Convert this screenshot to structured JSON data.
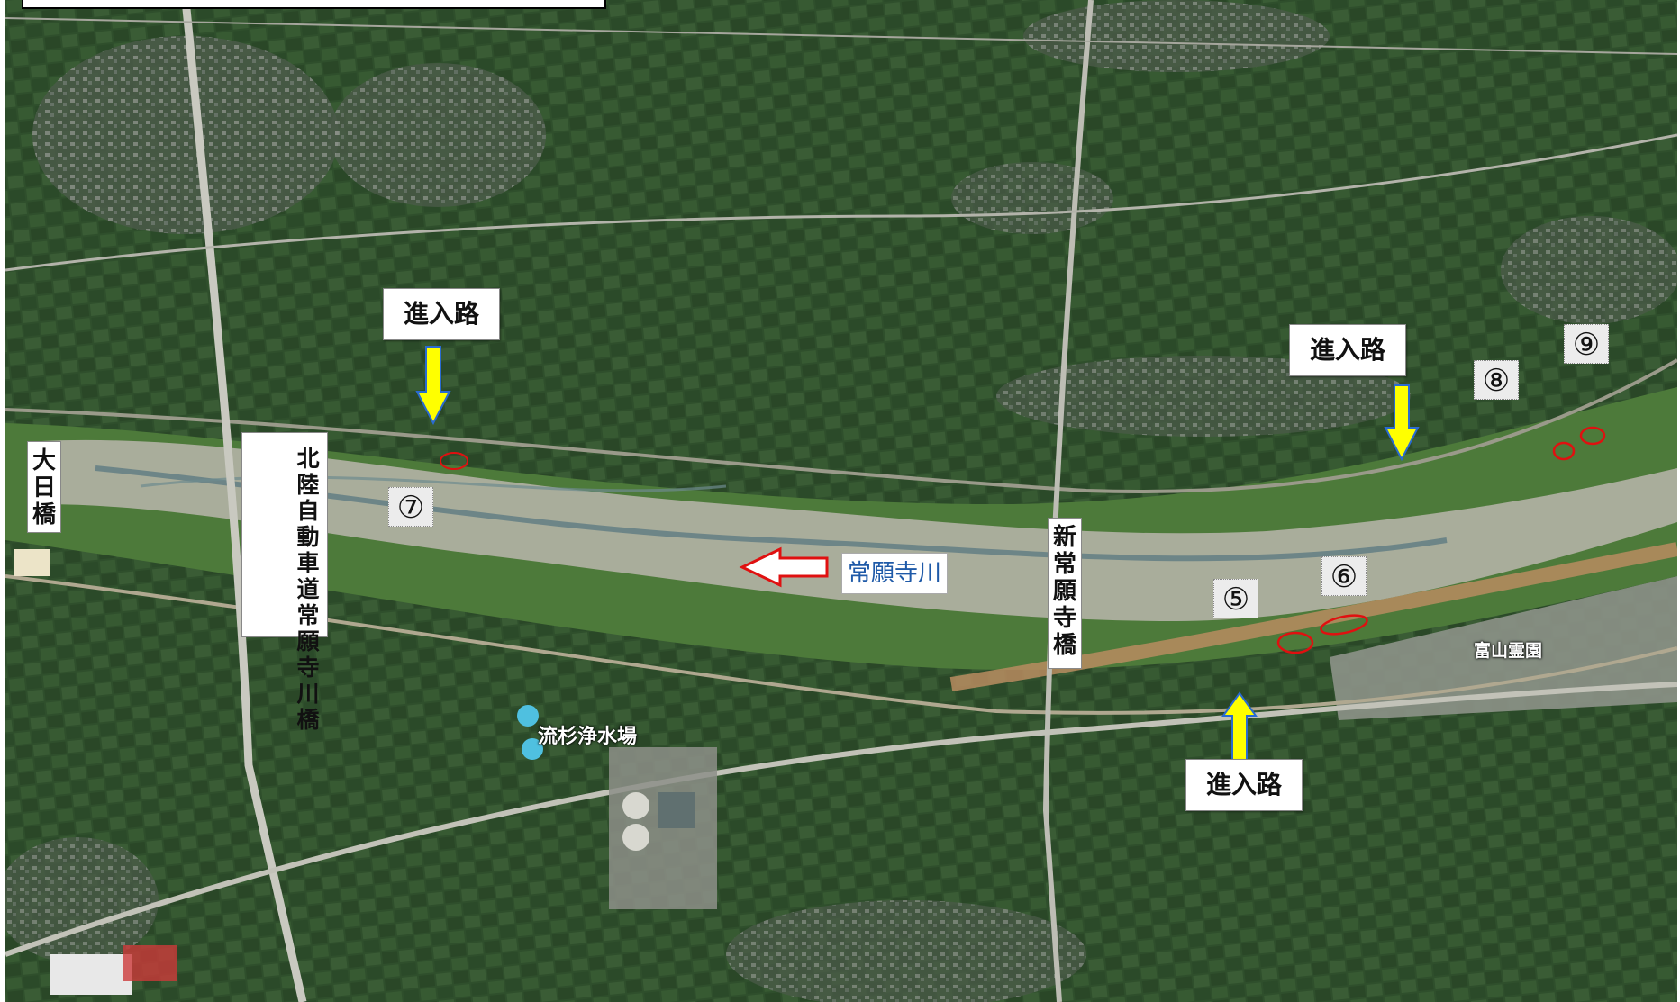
{
  "labels": {
    "entry_road_left": "進入路",
    "entry_road_right": "進入路",
    "entry_road_bottom": "進入路",
    "river_name": "常願寺川",
    "bridge_ohi": "大日橋",
    "bridge_hokuriku": "北陸自動車道常願寺川橋",
    "bridge_shin": "新常願寺橋",
    "cemetery": "富山霊園",
    "water_plant": "流杉浄水場"
  },
  "markers": {
    "m5": "⑤",
    "m6": "⑥",
    "m7": "⑦",
    "m8": "⑧",
    "m9": "⑨"
  },
  "colors": {
    "field_green": "#2f4f2c",
    "riverbed": "#b4b2a6",
    "arrow_yellow": "#ffff00",
    "arrow_blue_outline": "#2a6bd1",
    "river_arrow_fill": "#ffffff",
    "river_arrow_outline": "#e01010",
    "site_circle": "#e01010",
    "river_text": "#1f5aa8"
  }
}
